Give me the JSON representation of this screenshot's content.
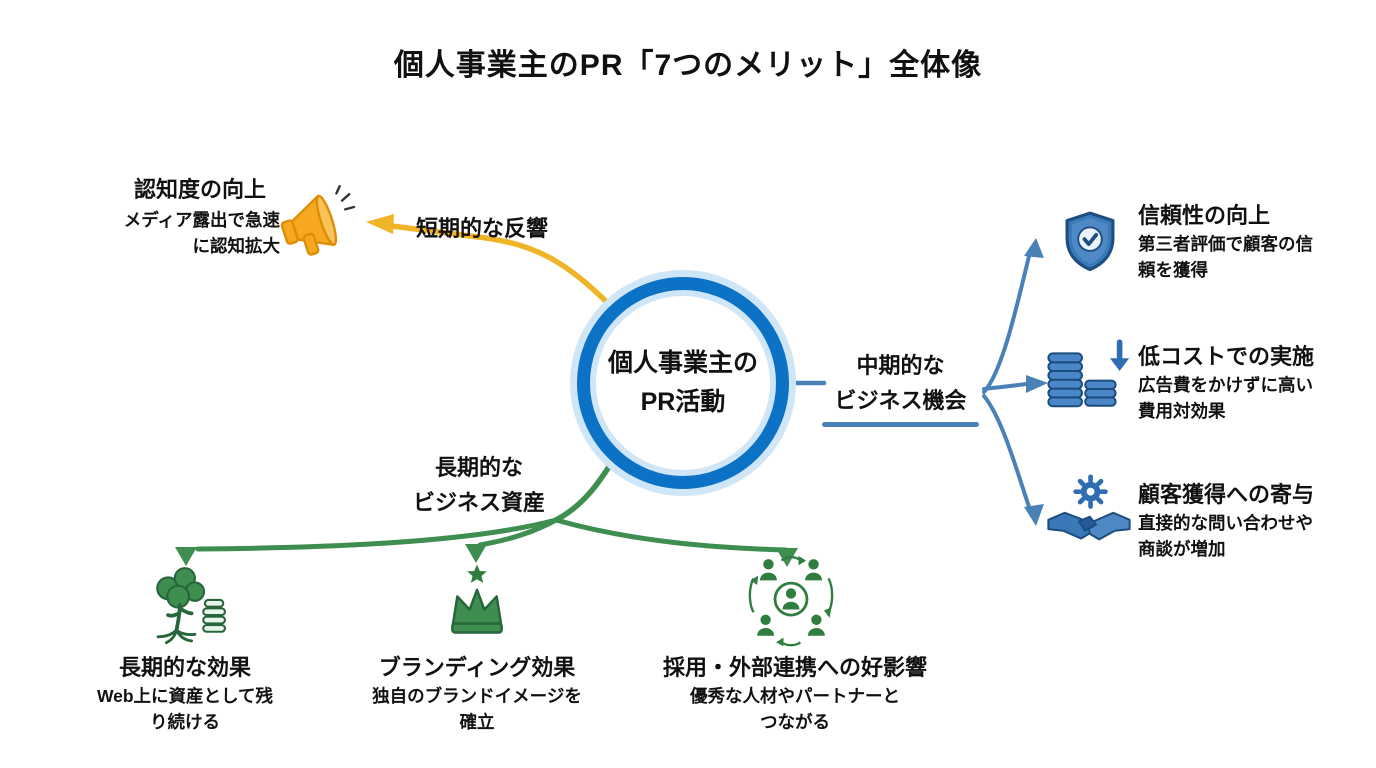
{
  "title": "個人事業主のPR「7つのメリット」全体像",
  "center": {
    "line1": "個人事業主の",
    "line2": "PR活動"
  },
  "short_term": {
    "branch_label": "短期的な反響",
    "title": "認知度の向上",
    "desc_line1": "メディア露出で急速",
    "desc_line2": "に認知拡大",
    "icon": "megaphone-icon"
  },
  "mid_term": {
    "branch_label_line1": "中期的な",
    "branch_label_line2": "ビジネス機会",
    "items": [
      {
        "icon": "shield-check-icon",
        "title": "信頼性の向上",
        "desc_line1": "第三者評価で顧客の信",
        "desc_line2": "頼を獲得"
      },
      {
        "icon": "coin-stack-icon",
        "title": "低コストでの実施",
        "desc_line1": "広告費をかけずに高い",
        "desc_line2": "費用対効果"
      },
      {
        "icon": "gear-handshake-icon",
        "title": "顧客獲得への寄与",
        "desc_line1": "直接的な問い合わせや",
        "desc_line2": "商談が増加"
      }
    ]
  },
  "long_term": {
    "branch_label_line1": "長期的な",
    "branch_label_line2": "ビジネス資産",
    "items": [
      {
        "icon": "money-tree-icon",
        "title": "長期的な効果",
        "desc_line1": "Web上に資産として残",
        "desc_line2": "り続ける"
      },
      {
        "icon": "crown-icon",
        "title": "ブランディング効果",
        "desc_line1": "独自のブランドイメージを",
        "desc_line2": "確立"
      },
      {
        "icon": "people-network-icon",
        "title": "採用・外部連携への好影響",
        "desc_line1": "優秀な人材やパートナーと",
        "desc_line2": "つながる"
      }
    ]
  },
  "colors": {
    "short_term_accent": "#F0B429",
    "mid_term_accent": "#4A82B8",
    "long_term_accent": "#3E8E4F",
    "center_ring": "#0B72C6"
  }
}
